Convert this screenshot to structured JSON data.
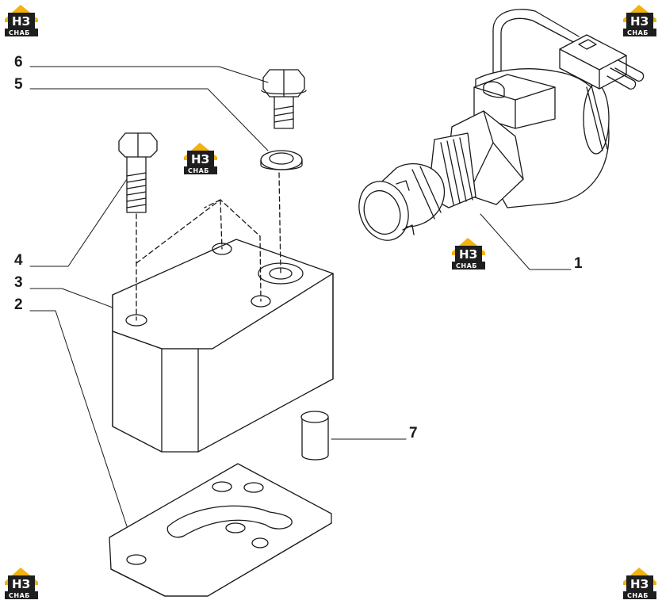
{
  "callouts": [
    {
      "id": "1",
      "label": "1"
    },
    {
      "id": "2",
      "label": "2"
    },
    {
      "id": "3",
      "label": "3"
    },
    {
      "id": "4",
      "label": "4"
    },
    {
      "id": "5",
      "label": "5"
    },
    {
      "id": "6",
      "label": "6"
    },
    {
      "id": "7",
      "label": "7"
    }
  ],
  "watermark": {
    "top_text": "НЗ",
    "bottom_text": "СНАБ",
    "colors": {
      "accent": "#f2b311",
      "dark": "#1e1e1e",
      "light": "#ffffff"
    }
  },
  "colors": {
    "line": "#1a1a1a",
    "background": "#ffffff"
  }
}
